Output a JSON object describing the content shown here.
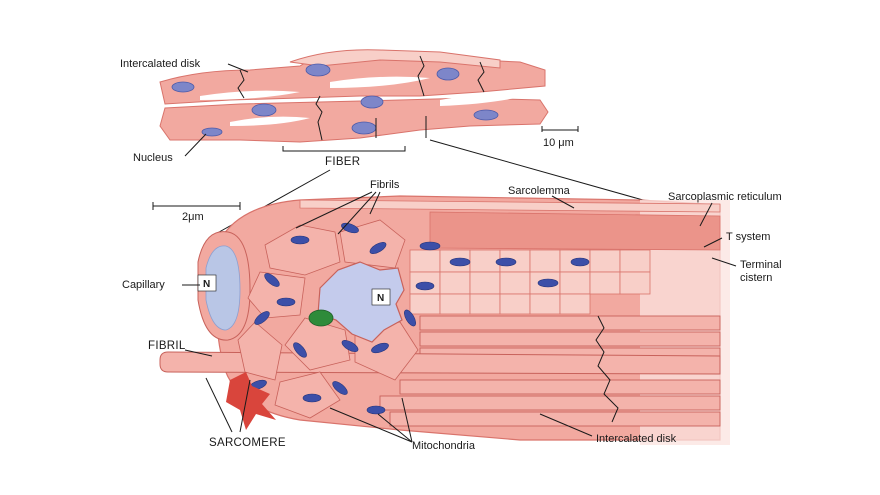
{
  "labels": {
    "intercalated_disk_top": "Intercalated disk",
    "nucleus": "Nucleus",
    "fiber": "FIBER",
    "scale_10um": "10 μm",
    "fibrils": "Fibrils",
    "sarcolemma": "Sarcolemma",
    "sarcoplasmic_reticulum": "Sarcoplasmic reticulum",
    "t_system": "T system",
    "terminal_cistern_line1": "Terminal",
    "terminal_cistern_line2": "cistern",
    "scale_2um": "2μm",
    "capillary": "Capillary",
    "nucleus_capillary": "N",
    "nucleus_cell": "N",
    "fibril": "FIBRIL",
    "sarcomere": "SARCOMERE",
    "mitochondria": "Mitochondria",
    "intercalated_disk_bottom": "Intercalated disk"
  },
  "colors": {
    "muscle": "#f2a9a0",
    "muscle_dark": "#d9736b",
    "muscle_light": "#f8cfc8",
    "nucleus": "#7d86c9",
    "mitochondria": "#3c4fa8",
    "capillary_lumen": "#b9c6e6",
    "green_body": "#2e8b3a"
  }
}
